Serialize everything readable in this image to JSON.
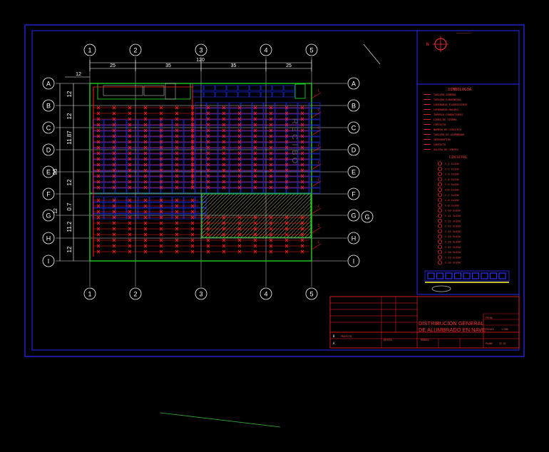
{
  "colors": {
    "background": "#000000",
    "frame": "#2a2aff",
    "grid_line": "#ffffff",
    "wall": "#22cc22",
    "panel": "#2233ff",
    "circuit": "#ff2020",
    "dimension": "#ffffff",
    "title_text": "#ff3030",
    "hatch": "#ffff99",
    "logo_fill": "#3030ff"
  },
  "grid_columns": [
    "1",
    "2",
    "3",
    "4",
    "5"
  ],
  "grid_rows": [
    "A",
    "B",
    "C",
    "D",
    "E",
    "F",
    "G",
    "H",
    "I"
  ],
  "grid_extra_bubble": "G",
  "dimensions": {
    "overall": "120",
    "bays": [
      "25",
      "35",
      "35",
      "25"
    ],
    "left_offset": "12",
    "left_segments": [
      "12",
      "12",
      "11.87",
      "96",
      "12",
      "0.7",
      "11.2",
      "12",
      "12"
    ]
  },
  "building_label": "RECIBO",
  "legend": {
    "header": "SIMBOLOGIA",
    "north_label": "N",
    "items": [
      "TABLERO GENERAL",
      "TABLERO SUBGENERAL",
      "LUMINARIA FLUORESCENTE",
      "LUMINARIA HALURO",
      "TUBERIA CONDUCTORES",
      "LINEA DE TIERRA",
      "CIRCUITO",
      "NUMERO DE CIRCUITO",
      "TABLERO DE ALUMBRADO",
      "INTERRUPTOR",
      "CONTACTO",
      "SALIDA DE CENTRO"
    ],
    "circuits_header": "CIRCUITOS",
    "circuits": [
      "C-1 3x32W",
      "C-2 3x32W",
      "C-3 3x32W",
      "C-4 3x32W",
      "C-5 3x32W",
      "C-6 3x32W",
      "C-7 3x32W",
      "C-8 3x32W",
      "C-9 3x32W",
      "C-10 3x32W",
      "C-11 3x32W",
      "C-12 3x32W",
      "C-13 3x32W",
      "C-14 3x32W",
      "C-15 3x32W",
      "C-16 3x32W",
      "C-17 3x32W",
      "C-18 3x32W",
      "C-19 3x32W",
      "C-20 3x32W"
    ]
  },
  "title_block": {
    "title_line1": "DISTRIBUCION GENERAL",
    "title_line2": "DE ALUMBRADO EN NAVE",
    "sheet_label": "PLANO",
    "sheet_number": "IE-01",
    "scale_label": "ESCALA",
    "scale_value": "1:200",
    "date_label": "FECHA",
    "row_b": "B",
    "row_a": "A",
    "project_label": "PROYECTO",
    "approved_label": "REVISO",
    "drew_label": "DIBUJO"
  }
}
